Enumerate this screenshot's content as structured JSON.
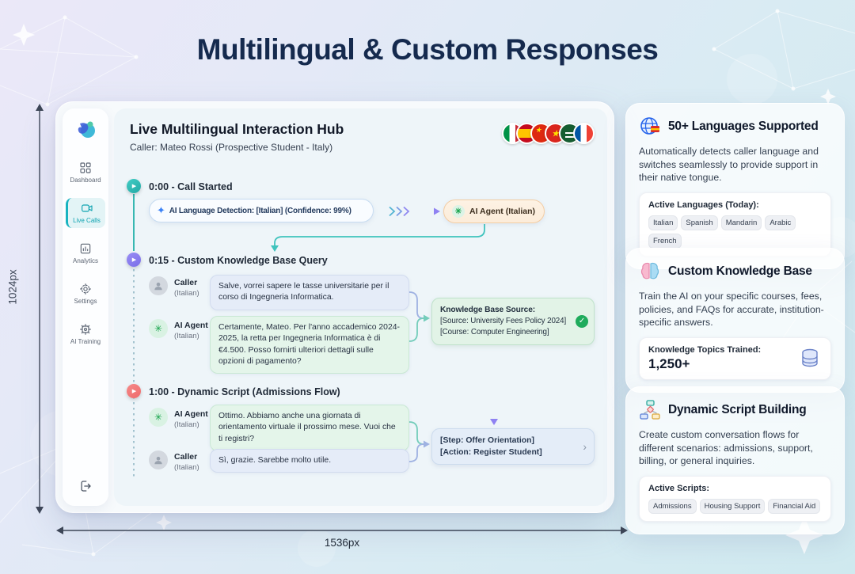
{
  "page": {
    "title": "Multilingual & Custom Responses"
  },
  "annotations": {
    "height_label": "1024px",
    "width_label": "1536px"
  },
  "sidebar": {
    "items": [
      {
        "label": "Dashboard"
      },
      {
        "label": "Live Calls"
      },
      {
        "label": "Analytics"
      },
      {
        "label": "Settings"
      },
      {
        "label": "AI Training"
      }
    ]
  },
  "hub": {
    "title": "Live Multilingual Interaction Hub",
    "subtitle": "Caller: Mateo Rossi (Prospective Student - Italy)",
    "flags": [
      "Italy",
      "Spain",
      "China",
      "Vietnam",
      "Saudi Arabia",
      "France"
    ],
    "detection_chip": "AI Language Detection: [Italian] (Confidence: 99%)",
    "agent_chip": "AI Agent (Italian)",
    "events": [
      {
        "time_title": "0:00 - Call Started"
      },
      {
        "time_title": "0:15 - Custom Knowledge Base Query"
      },
      {
        "time_title": "1:00 - Dynamic Script (Admissions Flow)"
      }
    ],
    "messages": [
      {
        "speaker": "Caller",
        "lang": "(Italian)",
        "text": "Salve, vorrei sapere le tasse universitarie per il corso di Ingegneria Informatica."
      },
      {
        "speaker": "AI Agent",
        "lang": "(Italian)",
        "text": "Certamente, Mateo. Per l'anno accademico 2024-2025, la retta per Ingegneria Informatica è di €4.500. Posso fornirti ulteriori dettagli sulle opzioni di pagamento?"
      },
      {
        "speaker": "AI Agent",
        "lang": "(Italian)",
        "text": "Ottimo. Abbiamo anche una giornata di orientamento virtuale il prossimo mese. Vuoi che ti registri?"
      },
      {
        "speaker": "Caller",
        "lang": "(Italian)",
        "text": "Sì, grazie. Sarebbe molto utile."
      }
    ],
    "kb_box": {
      "title": "Knowledge Base Source:",
      "line1": "[Source: University Fees Policy 2024]",
      "line2": "[Course: Computer Engineering]"
    },
    "step_box": {
      "line1": "[Step: Offer Orientation]",
      "line2": "[Action: Register Student]"
    }
  },
  "cards": [
    {
      "title": "50+ Languages Supported",
      "body": "Automatically detects caller language and switches seamlessly to provide support in their native tongue.",
      "box_label": "Active Languages (Today):",
      "pills": [
        "Italian",
        "Spanish",
        "Mandarin",
        "Arabic",
        "French"
      ]
    },
    {
      "title": "Custom Knowledge Base",
      "body": "Train the AI on your specific courses, fees, policies, and FAQs for accurate, institution-specific answers.",
      "box_label": "Knowledge Topics Trained:",
      "stat": "1,250+"
    },
    {
      "title": "Dynamic Script Building",
      "body": "Create custom conversation flows for different scenarios: admissions, support, billing, or general inquiries.",
      "box_label": "Active Scripts:",
      "pills": [
        "Admissions",
        "Housing Support",
        "Financial Aid"
      ]
    }
  ],
  "colors": {
    "teal": "#2cc0b4",
    "purple": "#8b7ff0",
    "red": "#f26b6b",
    "accent_blue": "#3b82f6",
    "title_navy": "#152a4e"
  }
}
